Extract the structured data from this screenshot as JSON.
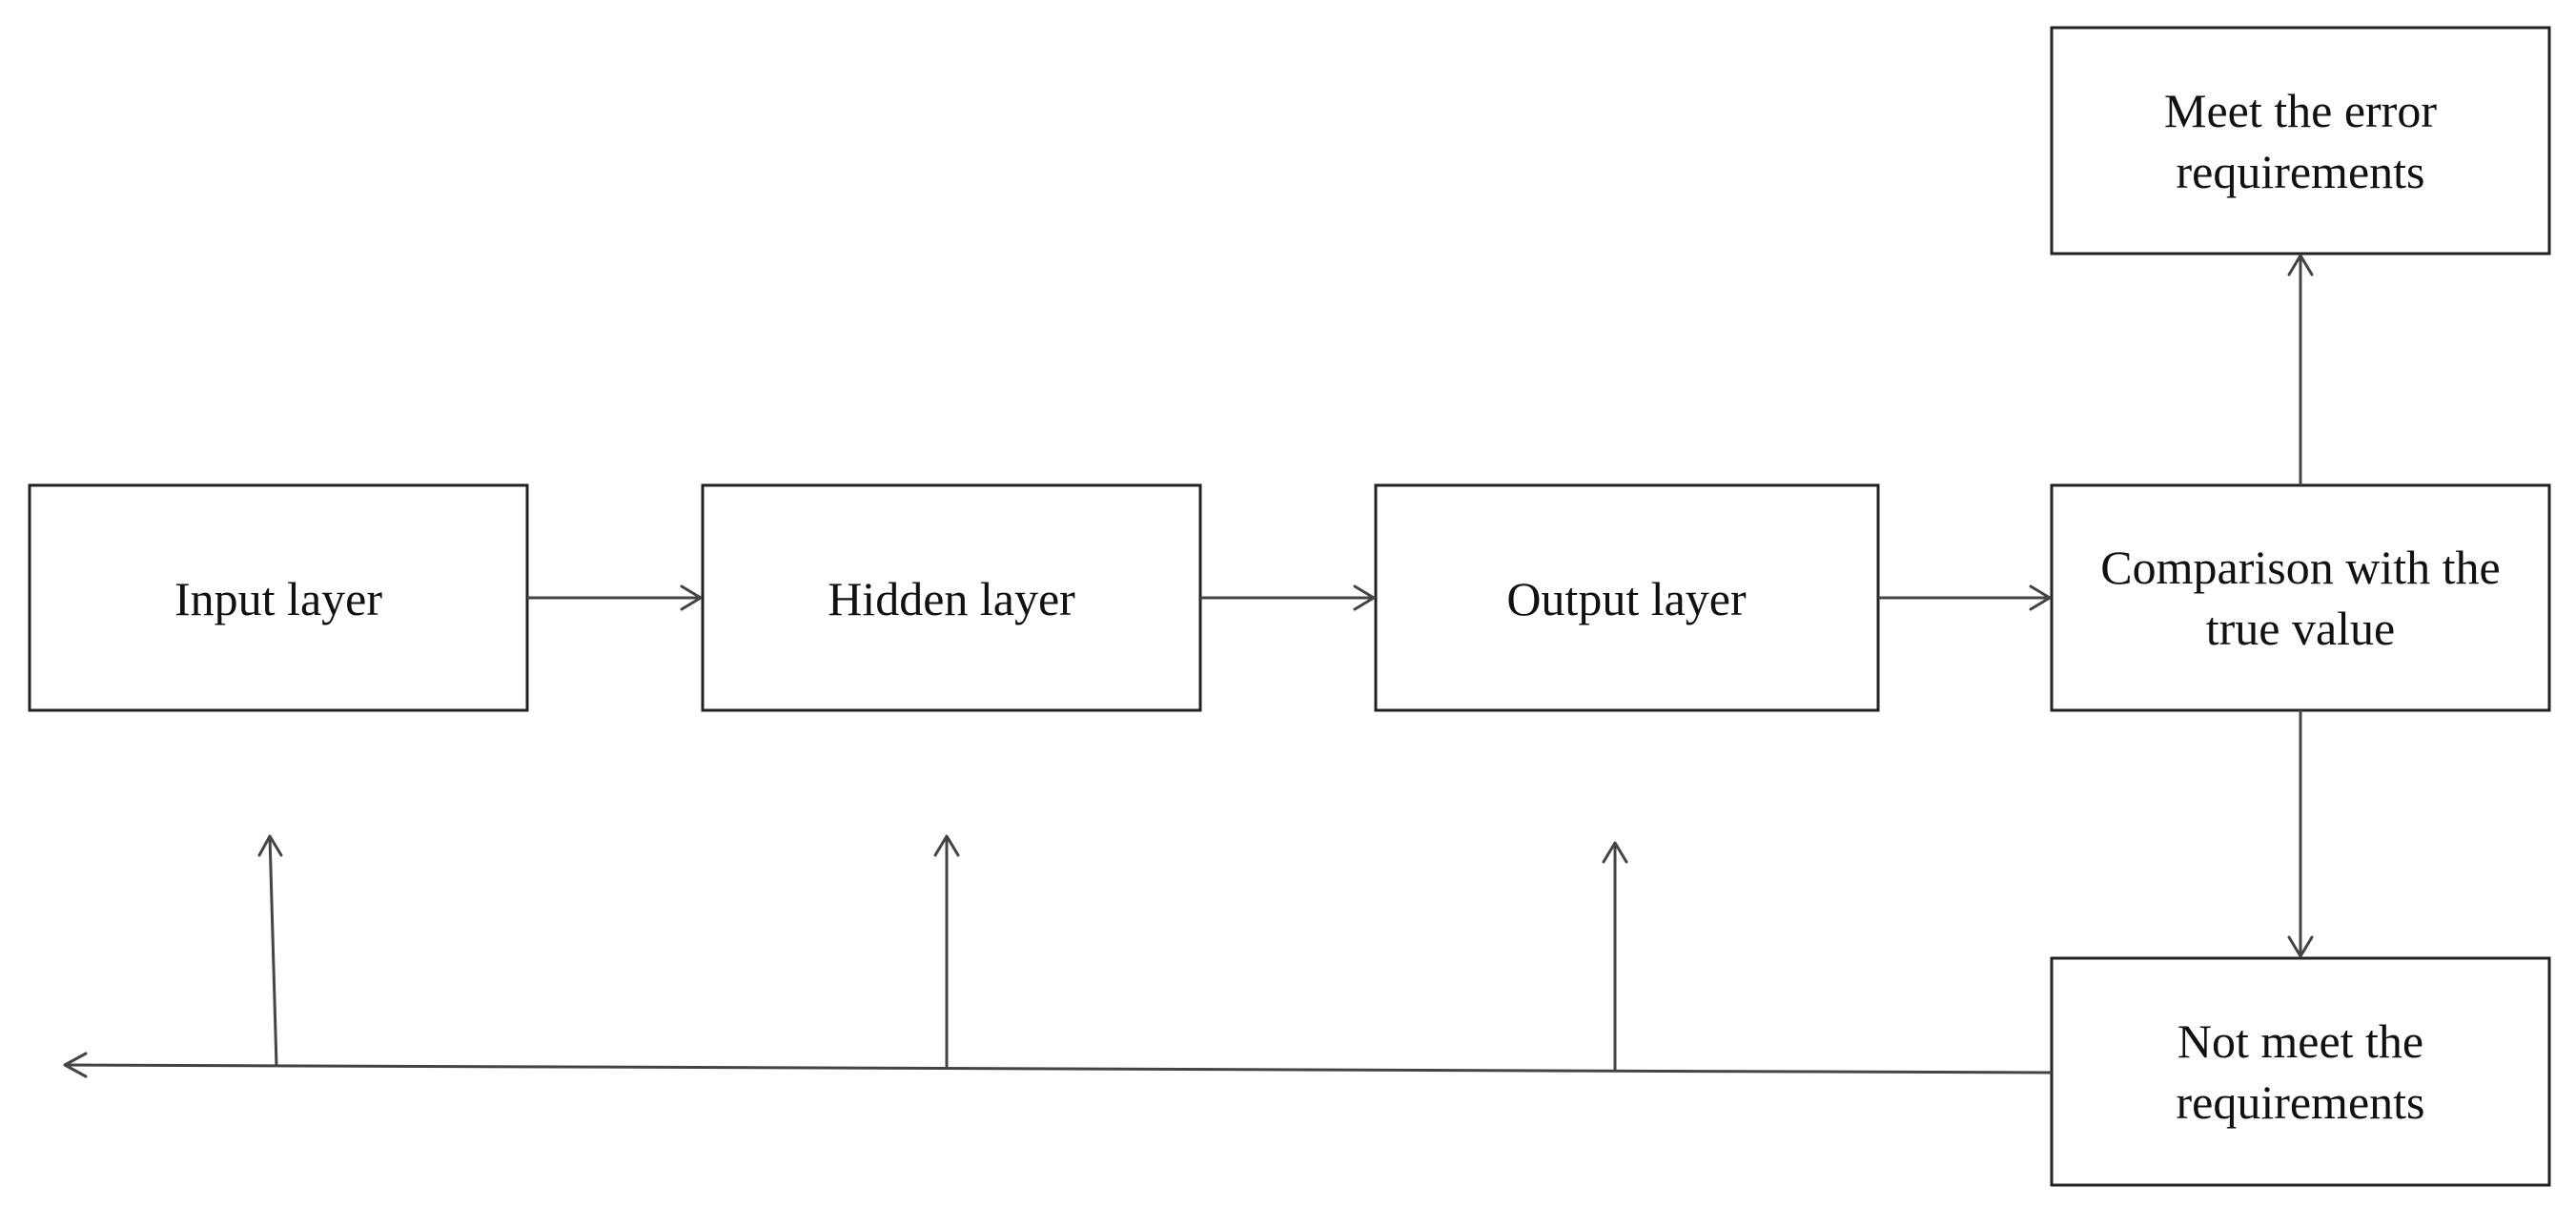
{
  "diagram": {
    "type": "flowchart",
    "nodes": {
      "input": {
        "lines": [
          "Input layer"
        ]
      },
      "hidden": {
        "lines": [
          "Hidden layer"
        ]
      },
      "output": {
        "lines": [
          "Output layer"
        ]
      },
      "compare": {
        "lines": [
          "Comparison with the",
          "true value"
        ]
      },
      "meet": {
        "lines": [
          "Meet the error",
          "requirements"
        ]
      },
      "not_meet": {
        "lines": [
          "Not meet the",
          "requirements"
        ]
      }
    },
    "edges": [
      {
        "from": "input",
        "to": "hidden"
      },
      {
        "from": "hidden",
        "to": "output"
      },
      {
        "from": "output",
        "to": "compare"
      },
      {
        "from": "compare",
        "to": "meet"
      },
      {
        "from": "compare",
        "to": "not_meet"
      },
      {
        "from": "not_meet",
        "to": "input"
      },
      {
        "from": "not_meet",
        "to": "hidden"
      },
      {
        "from": "not_meet",
        "to": "output"
      }
    ]
  }
}
